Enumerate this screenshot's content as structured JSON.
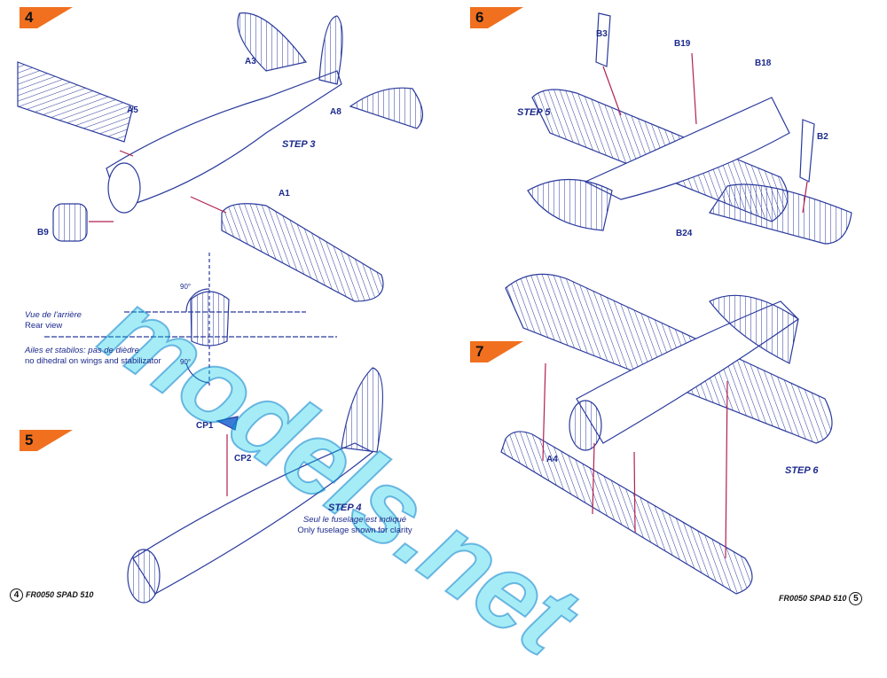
{
  "steps_badges": [
    {
      "number": "4"
    },
    {
      "number": "6"
    },
    {
      "number": "5"
    },
    {
      "number": "7"
    }
  ],
  "step_labels": {
    "step3": "STEP 3",
    "step4": "STEP 4",
    "step5": "STEP 5",
    "step6": "STEP 6"
  },
  "parts": {
    "a3": "A3",
    "a5": "A5",
    "a8": "A8",
    "a1": "A1",
    "b9": "B9",
    "b3": "B3",
    "b19": "B19",
    "b18": "B18",
    "b2": "B2",
    "b24": "B24",
    "cp1": "CP1",
    "cp2": "CP2",
    "a4": "A4"
  },
  "rear_view": {
    "fr": "Vue de l'arrière",
    "en": "Rear view",
    "dihedral_fr": "Ailes et stabilos: pas de dièdre",
    "dihedral_en": "no dihedral on wings and stabilizator",
    "angle_top": "90°",
    "angle_bottom": "90°"
  },
  "step4_notes": {
    "fr": "Seul le fuselage est indiqué",
    "en": "Only fuselage shown for clarity"
  },
  "footer": {
    "left_page": "4",
    "left_text": "FR0050 SPAD 510",
    "right_text": "FR0050 SPAD 510",
    "right_page": "5"
  },
  "watermark": "models.net",
  "colors": {
    "ink": "#1c2a8c",
    "badge": "#f07020",
    "watermark": "#00c8e6"
  }
}
